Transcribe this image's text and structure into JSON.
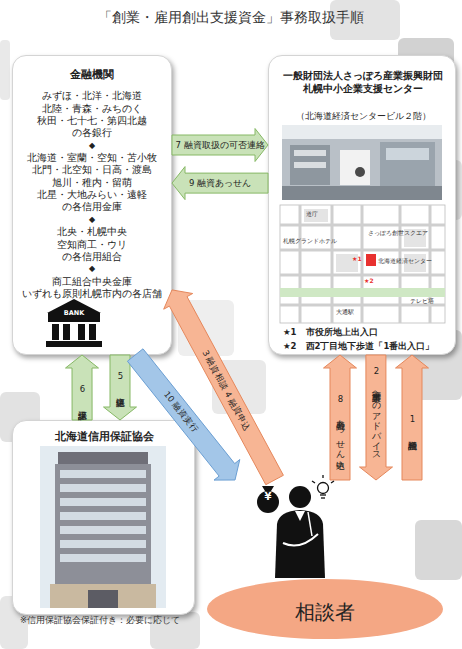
{
  "diagram": {
    "title": "「創業・雇用創出支援資金」事務取扱手順",
    "nodes": [
      {
        "text": [
          "金融機関",
          "みずほ・北洋・北海道 北陸・青森・みちのく 秋田・七十七・第四北越 の各銀行",
          "◆",
          "北海道・室蘭・空知・苫小牧 北門・北空知・日高・渡島 旭川・稚内・留萌 北星・大地みらい・遠軽 の各信用金庫",
          "◆",
          "北央・札幌中央 空知商工・ウリ の各信用組合",
          "◆",
          "商工組合中央金庫 いずれも原則札幌市内の各店舗"
        ]
      },
      {
        "text": [
          "一般財団法人さっぽろ産業振興財団 札幌中小企業支援センター",
          "（北海道経済センタービル２階）",
          "★1　市役所地上出入口",
          "★2　西2丁目地下歩道「1番出入口」"
        ]
      },
      {
        "text": [
          "北海道信用保証協会"
        ]
      },
      {
        "text": [
          "相談者"
        ]
      }
    ],
    "edges": [
      {
        "from": 3,
        "to": 1,
        "label": "1 融資相談",
        "arrow": "to"
      },
      {
        "from": 1,
        "to": 3,
        "label": "2 事業計画書へのアドバイス",
        "arrow": "to"
      },
      {
        "from": 3,
        "to": 0,
        "label": "3 融資相談 4 融資申込",
        "arrow": "to"
      },
      {
        "from": 0,
        "to": 2,
        "label": "5 保証申込",
        "arrow": "to"
      },
      {
        "from": 2,
        "to": 0,
        "label": "6 保証承諾",
        "arrow": "to"
      },
      {
        "from": 0,
        "to": 1,
        "label": "7 融資取扱の可否連絡",
        "arrow": "to"
      },
      {
        "from": 3,
        "to": 1,
        "label": "8 融資あっせん申込",
        "arrow": "to"
      },
      {
        "from": 1,
        "to": 0,
        "label": "9 融資あっせん",
        "arrow": "to"
      },
      {
        "from": 0,
        "to": 3,
        "label": "10 融資実行",
        "arrow": "to"
      }
    ],
    "labels": [
      "BANK",
      "¥",
      "★1",
      "★2",
      "北海道経済センター",
      "テレビ塔",
      "大通駅",
      "道庁",
      "札幌グランドホテル",
      "さっぽろ創世スクエア",
      "※信用保証協会保証付き：必要に応じて"
    ]
  }
}
